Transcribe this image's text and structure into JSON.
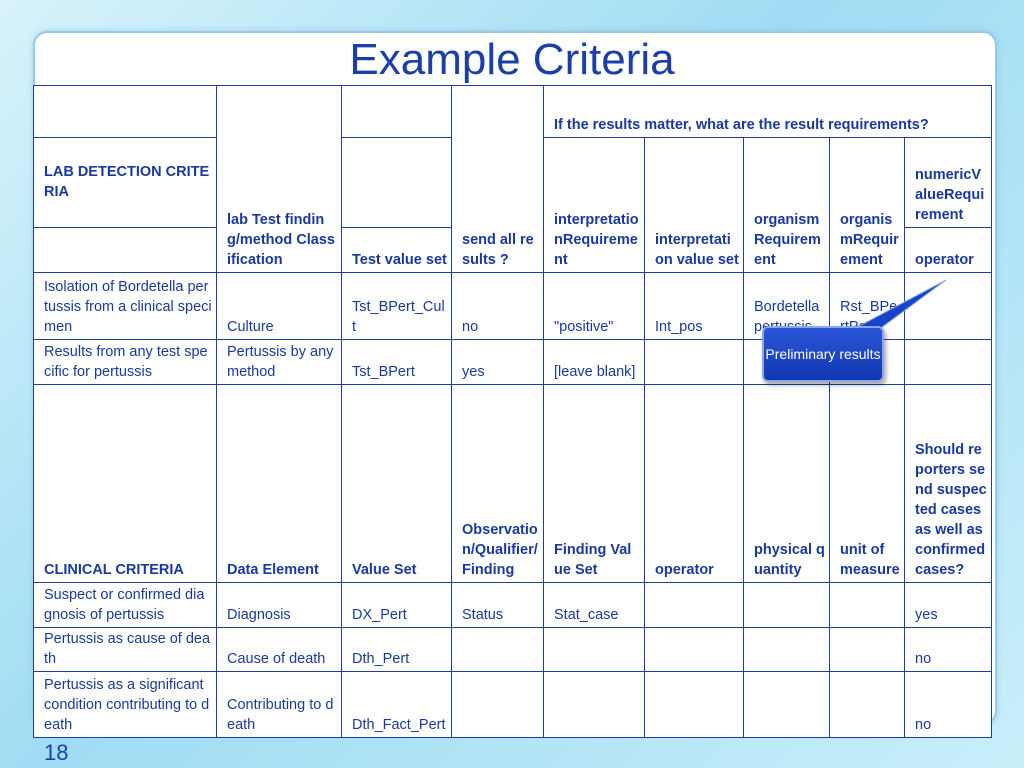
{
  "title": "Example Criteria",
  "slide_number": "18",
  "callout": "Preliminary results",
  "table": {
    "r1": {
      "group_header": "If the results matter, what are the result requirements?"
    },
    "r2": {
      "lab_detection": "LAB DETECTION CRITERIA",
      "classification": "lab Test finding/method Classification",
      "send_all": "send all results ?",
      "interp_req": "interpretationRequirement",
      "interp_set": "interpretation value set",
      "org_req1": "organismRequirement",
      "org_req2": "organismRequirement",
      "numeric_req": "numericValueRequirement"
    },
    "r3": {
      "test_value_set": "Test value set",
      "operator": "operator"
    },
    "lab_rows": [
      {
        "c1": "Isolation of Bordetella pertussis from a clinical specimen",
        "c2": "Culture",
        "c3": "Tst_BPert_Cult",
        "c4": "no",
        "c5": "\"positive\"",
        "c6": "Int_pos",
        "c7": "Bordetella pertussis",
        "c8": "Rst_BPertPos",
        "c9": ""
      },
      {
        "c1": "Results from any test specific for pertussis",
        "c2": "Pertussis by any method",
        "c3": "Tst_BPert",
        "c4": "yes",
        "c5": "[leave blank]",
        "c6": "",
        "c7": "",
        "c8": "",
        "c9": ""
      }
    ],
    "clinical_header": {
      "c1": "CLINICAL CRITERIA",
      "c2": "Data Element",
      "c3": "Value Set",
      "c4": "Observation/Qualifier/Finding",
      "c5": "Finding Value Set",
      "c6": "operator",
      "c7": "physical quantity",
      "c8": "unit of measure",
      "c9": "Should reporters send suspected cases as well as confirmed cases?"
    },
    "clinical_rows": [
      {
        "c1": "Suspect or confirmed diagnosis of pertussis",
        "c2": "Diagnosis",
        "c3": "DX_Pert",
        "c4": "Status",
        "c5": "Stat_case",
        "c6": "",
        "c7": "",
        "c8": "",
        "c9": "yes"
      },
      {
        "c1": "Pertussis as cause of death",
        "c2": "Cause of death",
        "c3": "Dth_Pert",
        "c4": "",
        "c5": "",
        "c6": "",
        "c7": "",
        "c8": "",
        "c9": "no"
      },
      {
        "c1": "Pertussis as a significant condition contributing to death",
        "c2": "Contributing to death",
        "c3": "Dth_Fact_Pert",
        "c4": "",
        "c5": "",
        "c6": "",
        "c7": "",
        "c8": "",
        "c9": "no"
      }
    ]
  }
}
